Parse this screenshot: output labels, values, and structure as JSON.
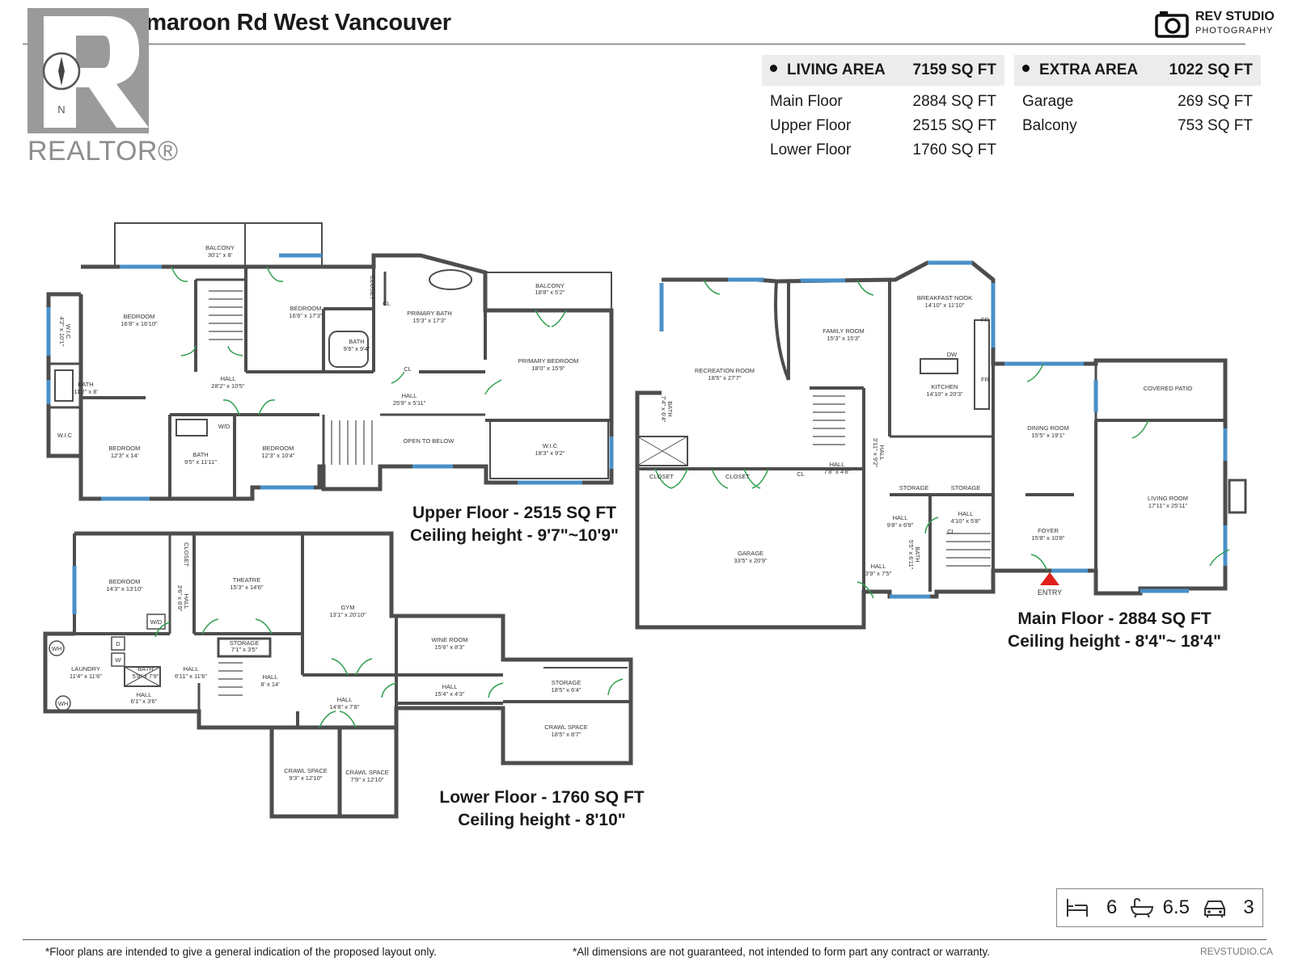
{
  "title": "740 Knockmaroon Rd West Vancouver",
  "logo": {
    "text": "REALTOR®",
    "compass": "N"
  },
  "brand": {
    "name": "REV STUDIO",
    "sub": "PHOTOGRAPHY"
  },
  "living_area": {
    "label": "LIVING AREA",
    "total": "7159 SQ FT",
    "rows": [
      {
        "name": "Main Floor",
        "value": "2884 SQ FT"
      },
      {
        "name": "Upper Floor",
        "value": "2515 SQ FT"
      },
      {
        "name": "Lower Floor",
        "value": "1760 SQ FT"
      }
    ]
  },
  "extra_area": {
    "label": "EXTRA AREA",
    "total": "1022 SQ FT",
    "rows": [
      {
        "name": "Garage",
        "value": "269 SQ FT"
      },
      {
        "name": "Balcony",
        "value": "753 SQ FT"
      }
    ]
  },
  "floors": {
    "upper": {
      "title": "Upper Floor - 2515 SQ FT",
      "ceiling": "Ceiling height - 9'7\"~10'9\""
    },
    "main": {
      "title": "Main Floor - 2884 SQ FT",
      "ceiling": "Ceiling height - 8'4\"~ 18'4\""
    },
    "lower": {
      "title": "Lower Floor - 1760 SQ FT",
      "ceiling": "Ceiling height - 8'10\""
    }
  },
  "rooms": {
    "upper": [
      {
        "name": "BALCONY",
        "dim": "30'1\" x 8'"
      },
      {
        "name": "BEDROOM",
        "dim": "16'8\" x 16'10\""
      },
      {
        "name": "W.I.C",
        "dim": "4'2\" x 10'1\""
      },
      {
        "name": "BEDROOM",
        "dim": "16'6\" x 17'3\""
      },
      {
        "name": "CLOSET",
        "dim": ""
      },
      {
        "name": "CL",
        "dim": ""
      },
      {
        "name": "PRIMARY BATH",
        "dim": "15'3\" x 17'3\""
      },
      {
        "name": "BALCONY",
        "dim": "18'8\" x 5'2\""
      },
      {
        "name": "BATH",
        "dim": "9'6\" x 9'4\""
      },
      {
        "name": "PRIMARY BEDROOM",
        "dim": "18'0\" x 15'9\""
      },
      {
        "name": "CL",
        "dim": ""
      },
      {
        "name": "BATH",
        "dim": "11'2\" x 8'"
      },
      {
        "name": "HALL",
        "dim": "28'2\" x 10'5\""
      },
      {
        "name": "HALL",
        "dim": "25'9\" x 5'11\""
      },
      {
        "name": "W.I.C",
        "dim": ""
      },
      {
        "name": "W/D",
        "dim": ""
      },
      {
        "name": "BEDROOM",
        "dim": "12'3\" x 14'"
      },
      {
        "name": "BATH",
        "dim": "9'5\" x 11'11\""
      },
      {
        "name": "BEDROOM",
        "dim": "12'3\" x 10'4\""
      },
      {
        "name": "OPEN TO BELOW",
        "dim": ""
      },
      {
        "name": "W.I.C",
        "dim": "18'3\" x 9'2\""
      }
    ],
    "main": [
      {
        "name": "RECREATION ROOM",
        "dim": "18'5\" x 27'7\""
      },
      {
        "name": "FAMILY ROOM",
        "dim": "15'3\" x 15'3\""
      },
      {
        "name": "BREAKFAST NOOK",
        "dim": "14'10\" x 11'10\""
      },
      {
        "name": "FR",
        "dim": ""
      },
      {
        "name": "DW",
        "dim": ""
      },
      {
        "name": "FR",
        "dim": ""
      },
      {
        "name": "KITCHEN",
        "dim": "14'10\" x 20'3\""
      },
      {
        "name": "BATH",
        "dim": "7'4\" x 6'4\""
      },
      {
        "name": "COVERED PATIO",
        "dim": ""
      },
      {
        "name": "DINING ROOM",
        "dim": "15'5\" x 19'1\""
      },
      {
        "name": "HALL",
        "dim": "3'11\" x 9'2\""
      },
      {
        "name": "CLOSET",
        "dim": ""
      },
      {
        "name": "CLOSET",
        "dim": ""
      },
      {
        "name": "CL",
        "dim": ""
      },
      {
        "name": "HALL",
        "dim": "7'8\" x 4'8\""
      },
      {
        "name": "STORAGE",
        "dim": ""
      },
      {
        "name": "STORAGE",
        "dim": ""
      },
      {
        "name": "HALL",
        "dim": "4'10\" x 5'8\""
      },
      {
        "name": "HALL",
        "dim": "9'8\" x 6'9\""
      },
      {
        "name": "CL",
        "dim": ""
      },
      {
        "name": "LIVING ROOM",
        "dim": "17'11\" x 25'11\""
      },
      {
        "name": "FOYER",
        "dim": "15'8\" x 10'8\""
      },
      {
        "name": "GARAGE",
        "dim": "33'5\" x 20'9\""
      },
      {
        "name": "BATH",
        "dim": "5'5\" x 6'11\""
      },
      {
        "name": "HALL",
        "dim": "3'9\" x 7'5\""
      },
      {
        "name": "ENTRY",
        "dim": ""
      }
    ],
    "lower": [
      {
        "name": "CLOSET",
        "dim": ""
      },
      {
        "name": "BEDROOM",
        "dim": "14'3\" x 13'10\""
      },
      {
        "name": "THEATRE",
        "dim": "15'3\" x 14'6\""
      },
      {
        "name": "GYM",
        "dim": "13'1\" x 20'10\""
      },
      {
        "name": "HALL",
        "dim": "3'6\" x 6'9\""
      },
      {
        "name": "W/D",
        "dim": ""
      },
      {
        "name": "WH",
        "dim": ""
      },
      {
        "name": "D",
        "dim": ""
      },
      {
        "name": "W",
        "dim": ""
      },
      {
        "name": "STORAGE",
        "dim": "7'1\" x 3'5\""
      },
      {
        "name": "WINE ROOM",
        "dim": "15'6\" x 8'3\""
      },
      {
        "name": "LAUNDRY",
        "dim": "11'4\" x 11'6\""
      },
      {
        "name": "BATH",
        "dim": "5'8\" x 7'9\""
      },
      {
        "name": "HALL",
        "dim": "6'11\" x 11'6\""
      },
      {
        "name": "HALL",
        "dim": "8' x 14'"
      },
      {
        "name": "STORAGE",
        "dim": "18'5\" x 6'4\""
      },
      {
        "name": "HALL",
        "dim": "15'4\" x 4'3\""
      },
      {
        "name": "HALL",
        "dim": "6'1\" x 3'6\""
      },
      {
        "name": "WH",
        "dim": ""
      },
      {
        "name": "HALL",
        "dim": "14'8\" x 7'8\""
      },
      {
        "name": "CRAWL SPACE",
        "dim": "18'5\" x 8'7\""
      },
      {
        "name": "CRAWL SPACE",
        "dim": "9'3\" x 12'10\""
      },
      {
        "name": "CRAWL SPACE",
        "dim": "7'9\" x 12'10\""
      }
    ]
  },
  "stats": {
    "bedrooms": "6",
    "bathrooms": "6.5",
    "garage": "3"
  },
  "icons": {
    "bed": "bed-icon",
    "bath": "bathtub-icon",
    "car": "car-icon"
  },
  "footer": {
    "left": "*Floor plans are intended to give a general indication of the proposed layout only.",
    "middle": "*All dimensions are not guaranteed, not intended to form part any contract or warranty.",
    "right": "REVSTUDIO.CA"
  },
  "colors": {
    "wall": "#4d4d4d",
    "window": "#4a90c8",
    "door": "#2f9e4f",
    "entry_arrow": "#e0201a"
  }
}
